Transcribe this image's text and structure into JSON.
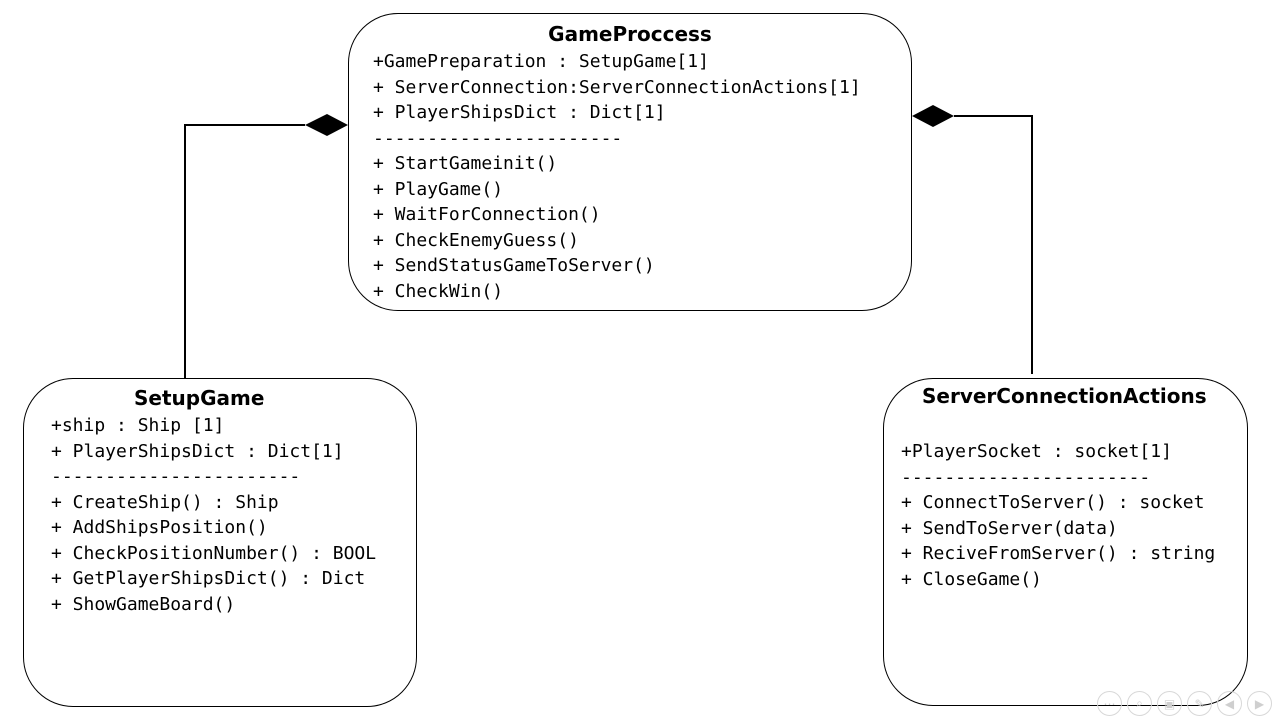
{
  "diagram": {
    "classes": {
      "game_proccess": {
        "title": "GameProccess",
        "lines": [
          "+GamePreparation : SetupGame[1]",
          "+ ServerConnection:ServerConnectionActions[1]",
          "+ PlayerShipsDict : Dict[1]",
          "-----------------------",
          "+ StartGameinit()",
          "+ PlayGame()",
          "+ WaitForConnection()",
          "+ CheckEnemyGuess()",
          "+ SendStatusGameToServer()",
          "+ CheckWin()"
        ]
      },
      "setup_game": {
        "title": "SetupGame",
        "lines": [
          "+ship : Ship [1]",
          "+ PlayerShipsDict : Dict[1]",
          "-----------------------",
          "+ CreateShip() : Ship",
          "+ AddShipsPosition()",
          "+ CheckPositionNumber() : BOOL",
          "+ GetPlayerShipsDict() : Dict",
          "+ ShowGameBoard()"
        ]
      },
      "server_connection_actions": {
        "title": "ServerConnectionActions",
        "lines": [
          "+PlayerSocket : socket[1]",
          "-----------------------",
          "+ ConnectToServer() : socket",
          "+ SendToServer(data)",
          "+ ReciveFromServer() : string",
          "+ CloseGame()"
        ]
      }
    },
    "relations": [
      {
        "type": "composition",
        "whole": "GameProccess",
        "part": "SetupGame"
      },
      {
        "type": "composition",
        "whole": "GameProccess",
        "part": "ServerConnectionActions"
      }
    ]
  },
  "slideshow_nav": {
    "icons": [
      "menu-icon",
      "search-icon",
      "slides-icon",
      "pen-icon",
      "previous-icon",
      "next-icon"
    ]
  }
}
